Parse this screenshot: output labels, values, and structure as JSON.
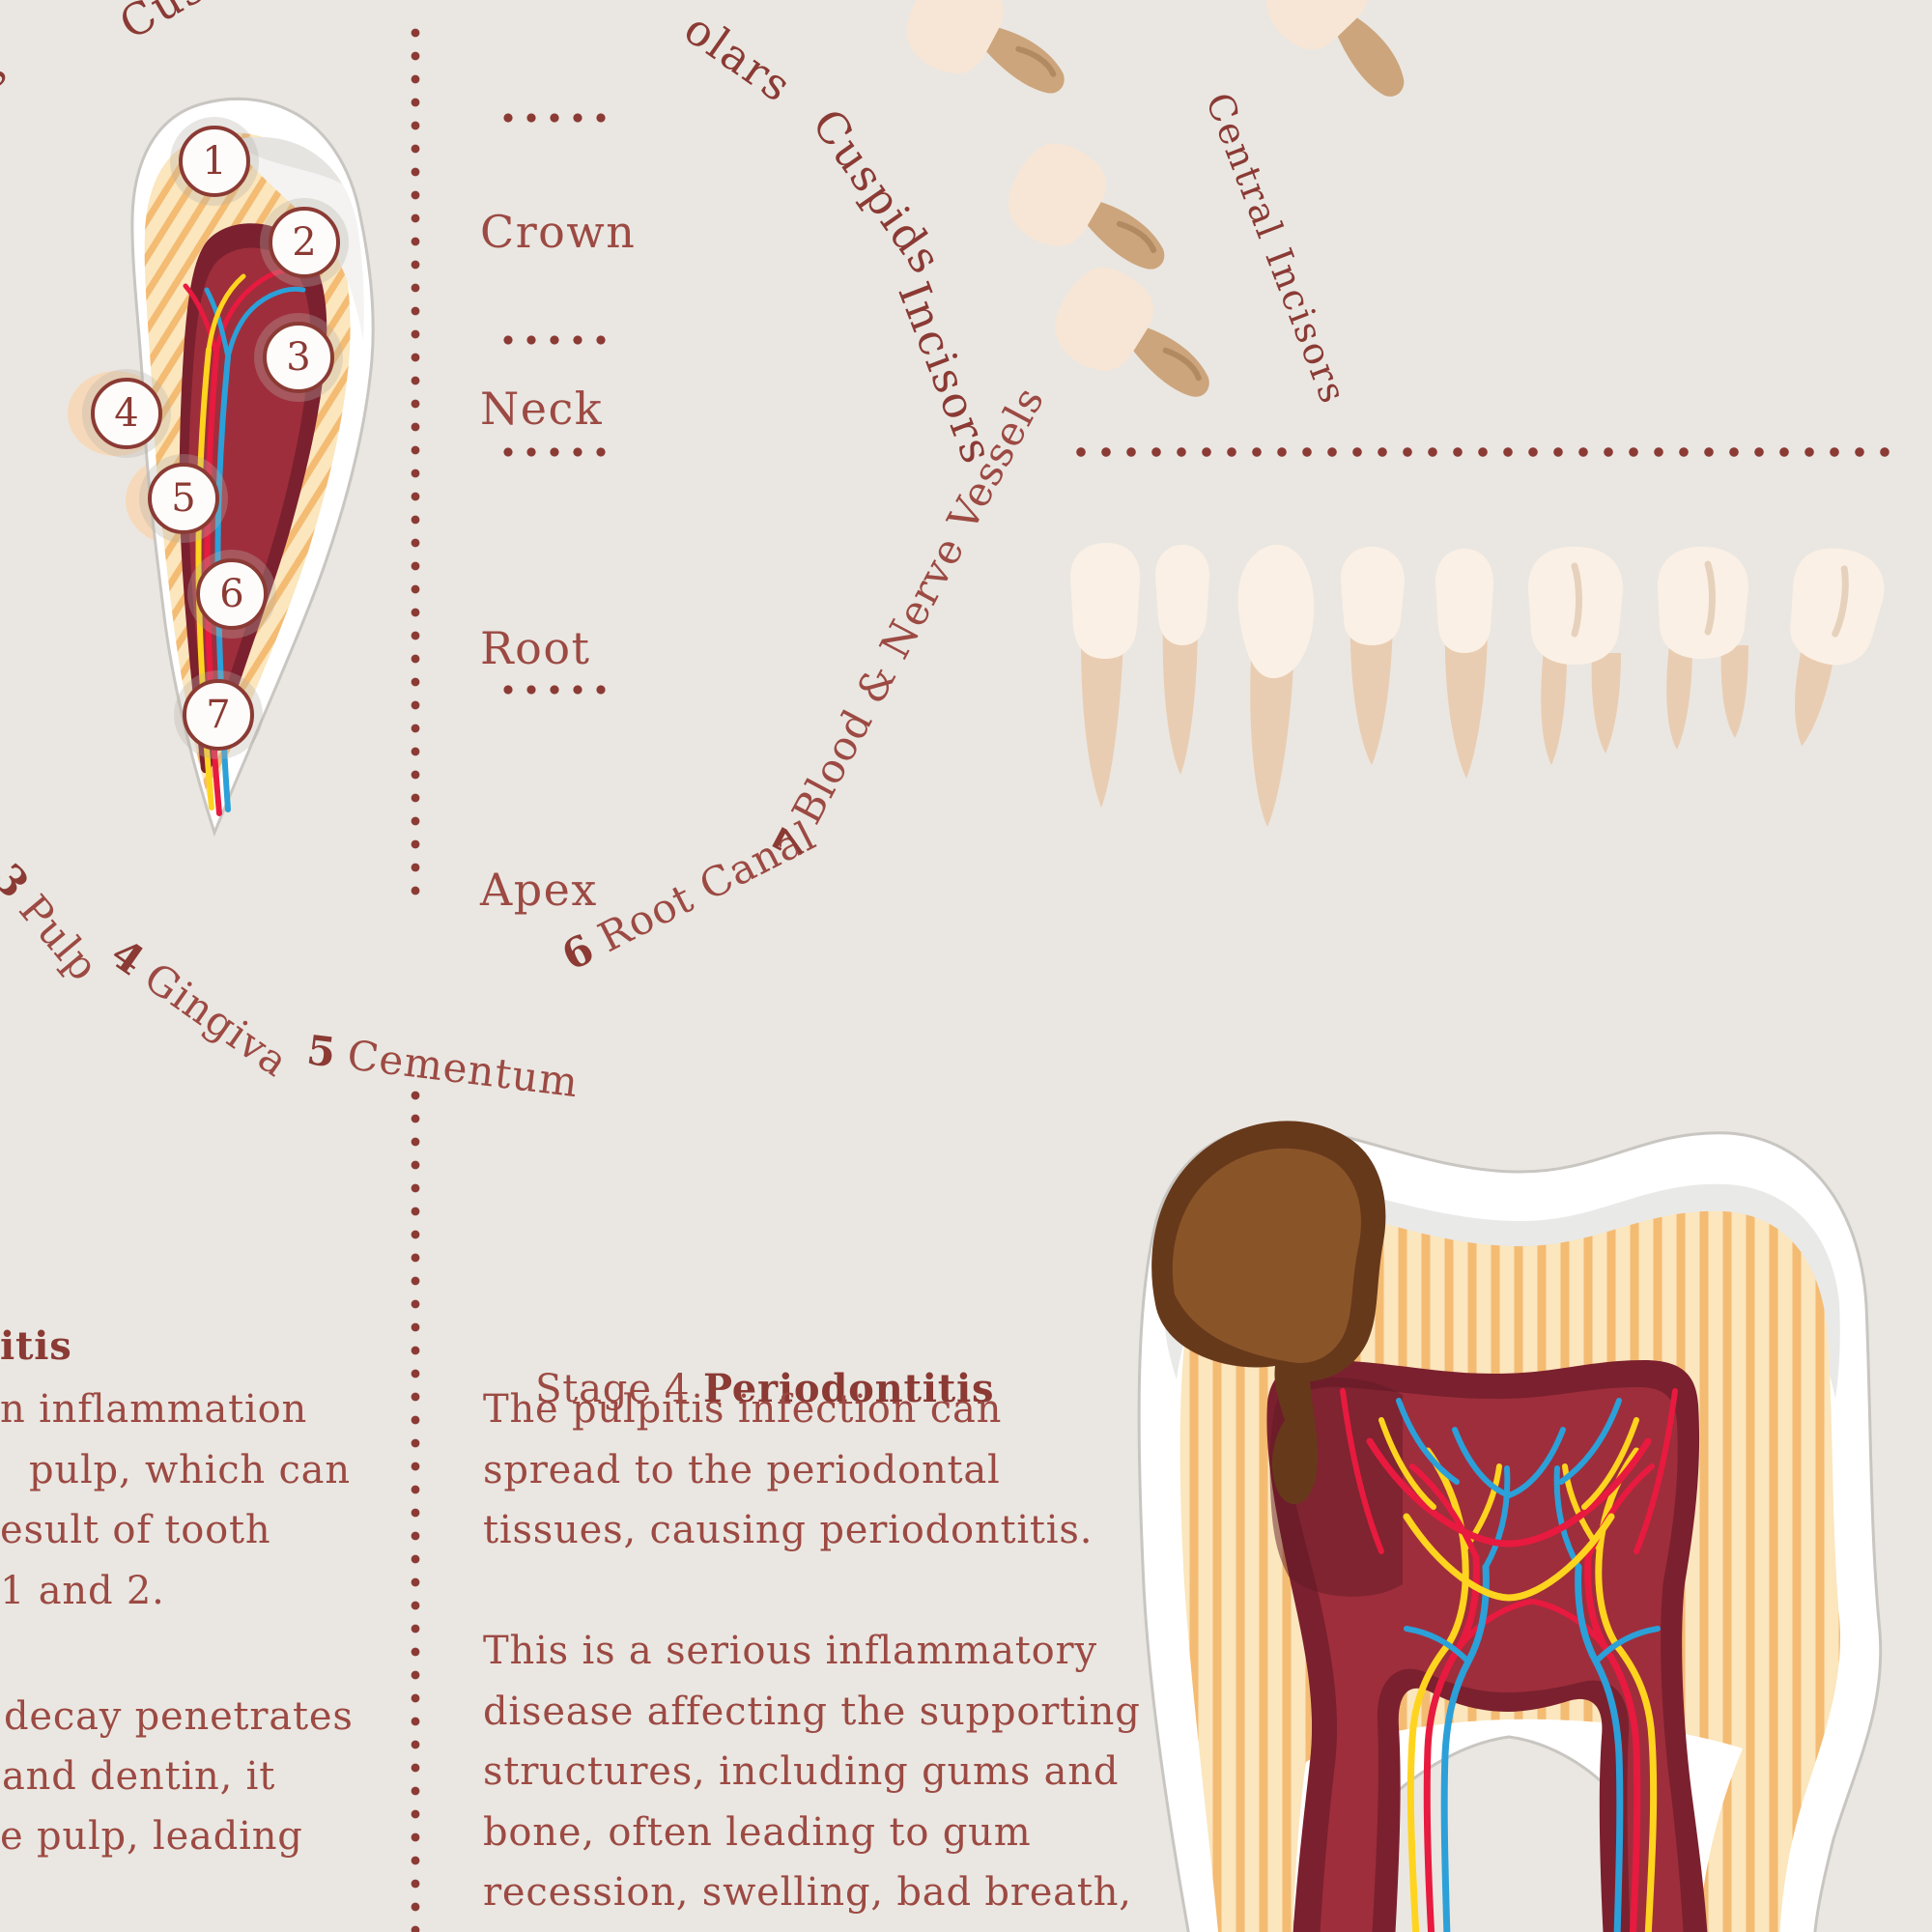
{
  "colors": {
    "bg": "#eae7e2",
    "ink": "#9c4a43",
    "ink-strong": "#8b3a34",
    "dot": "#8b3a34",
    "outline": "#c9c6c2",
    "dentin": "#fbe6bd",
    "stripe": "#f3b060",
    "pulp-dark": "#7b202e",
    "pulp-mid": "#9e2e3c",
    "pulp-shadow": "#5f1a23",
    "v-red": "#e81a3f",
    "v-blue": "#2ca0d8",
    "v-yellow": "#ffd41f",
    "decay-dark": "#67391b",
    "decay-mid": "#8a5429",
    "gum": "#f6d9ba",
    "sample-crown": "#f7e6d5",
    "sample-root": "#cda57c",
    "row-crown": "#fbf0e5",
    "row-root": "#e9cdb2"
  },
  "anatomy": {
    "markers": [
      "1",
      "2",
      "3",
      "4",
      "5",
      "6",
      "7"
    ],
    "regions": [
      "Crown",
      "Neck",
      "Root",
      "Apex"
    ],
    "arc_parts": [
      {
        "num": "3",
        "label": "Pulp"
      },
      {
        "num": "4",
        "label": "Gingiva"
      },
      {
        "num": "5",
        "label": "Cementum"
      },
      {
        "num": "6",
        "label": "Root Canal"
      },
      {
        "num": "7",
        "label": "Blood & Nerve Vessels"
      }
    ],
    "corner_fragment": "Cus",
    "edge_fragment": "s"
  },
  "tooth_types": {
    "arc_fragment": "olars",
    "arc_labels": [
      "Cuspids",
      "Incisors"
    ],
    "column_label": "Central Incisors"
  },
  "stage3": {
    "heading_fragment": "itis",
    "para1": [
      "n inflammation",
      "pulp, which can",
      "esult of tooth",
      "1 and 2."
    ],
    "para2": [
      "decay penetrates",
      "and dentin, it",
      "e pulp, leading"
    ]
  },
  "stage4": {
    "title_prefix": "Stage 4 ",
    "title_bold": "Periodontitis",
    "para1": [
      "The pulpitis infection can",
      "spread to the periodontal",
      "tissues, causing periodontitis."
    ],
    "para2": [
      "This is a serious inflammatory",
      "disease affecting the supporting",
      "structures, including gums and",
      "bone, often leading to gum",
      "recession, swelling, bad breath,"
    ]
  }
}
